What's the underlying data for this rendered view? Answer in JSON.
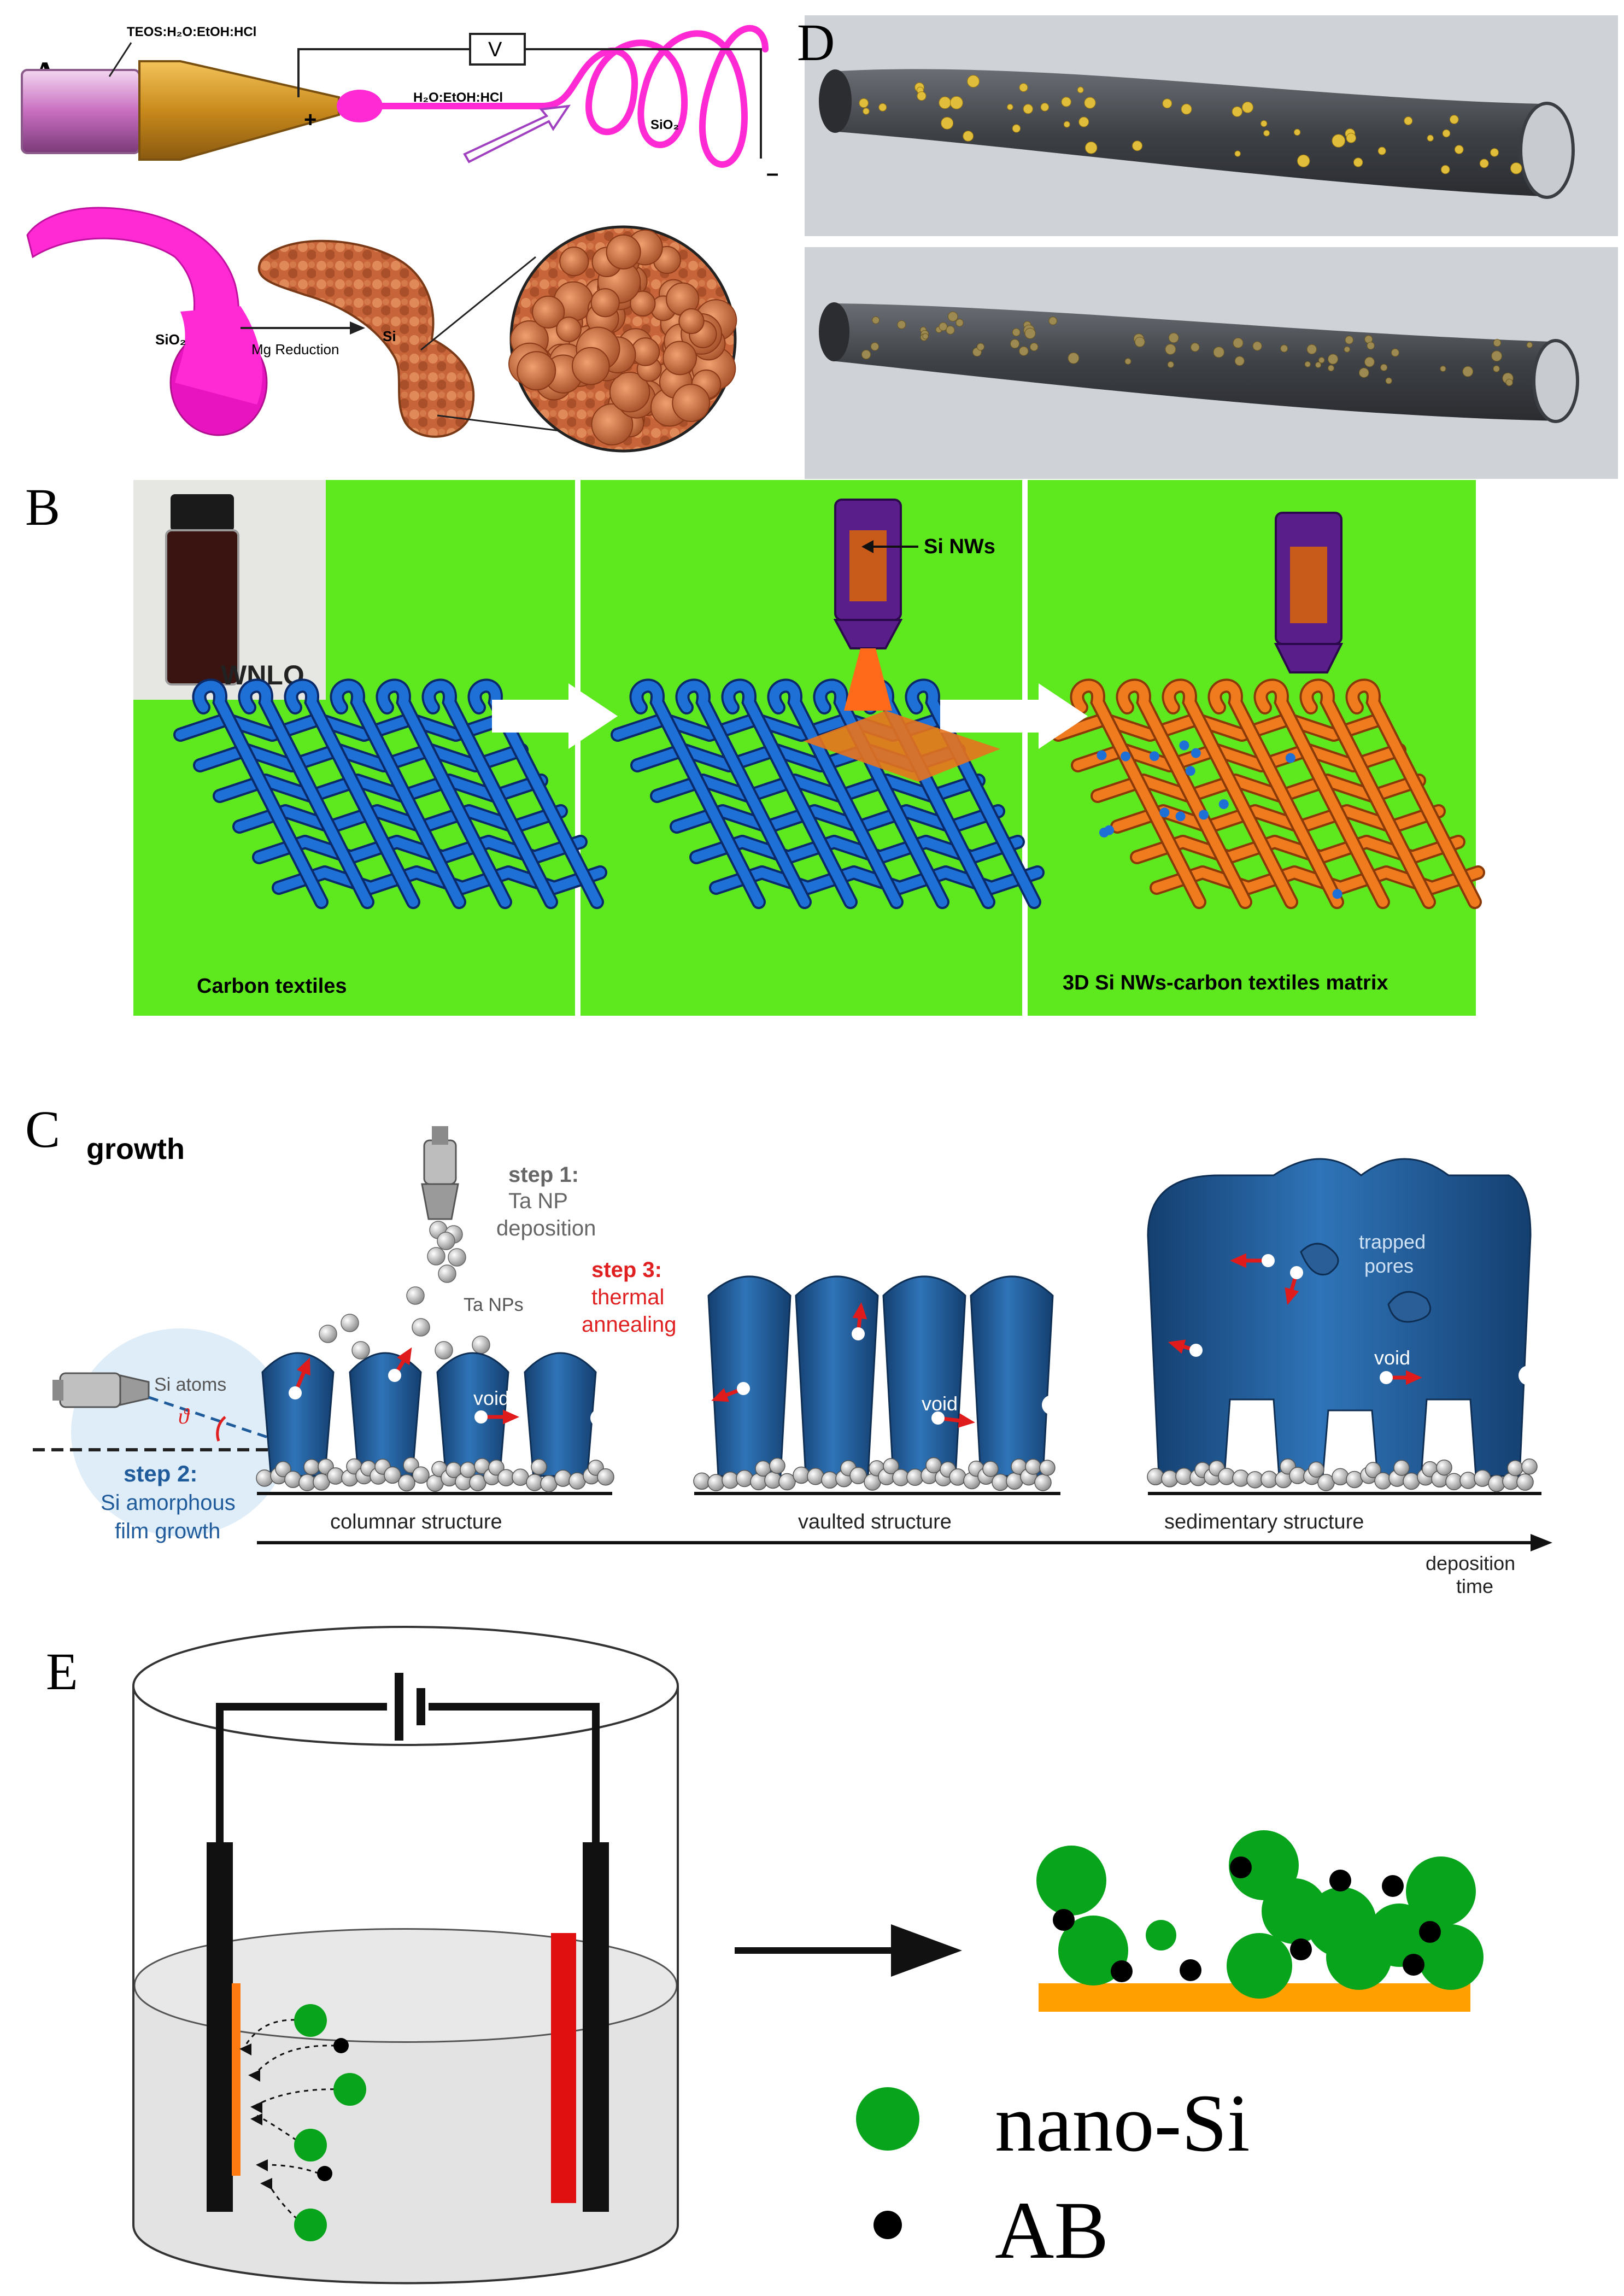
{
  "panels": {
    "a": {
      "letter": "A",
      "labels": {
        "precursor": "TEOS:H₂O:EtOH:HCl",
        "voltage": "V",
        "plus": "+",
        "minus": "–",
        "solvent": "H₂O:EtOH:HCl",
        "sio2_jet": "SiO₂",
        "sio2_fiber": "SiO₂",
        "mg_reduction": "Mg Reduction",
        "si": "Si"
      },
      "colors": {
        "jet": "#ff2ad4",
        "nozzle": "#d49a2a",
        "si": "#c8643a"
      }
    },
    "b": {
      "letter": "B",
      "labels": {
        "vial_text": "WNLO",
        "carbon_textiles": "Carbon textiles",
        "si_nws": "Si NWs",
        "matrix": "3D Si NWs-carbon textiles matrix"
      },
      "colors": {
        "background": "#5ee81e",
        "textile": "#1e6fd6",
        "coated": "#f07a1e",
        "nozzle": "#5a1e8a"
      }
    },
    "c": {
      "letter": "C",
      "labels": {
        "growth": "growth",
        "step1_title": "step 1:",
        "step1_line1": "Ta NP",
        "step1_line2": "deposition",
        "ta_nps": "Ta NPs",
        "step3_title": "step 3:",
        "step3_line1": "thermal",
        "step3_line2": "annealing",
        "si_atoms": "Si atoms",
        "theta": "ϑ",
        "step2_title": "step 2:",
        "step2_line1": "Si amorphous",
        "step2_line2": "film growth",
        "void_1": "void",
        "void_2": "void",
        "void_3": "void",
        "trapped_pores_1": "trapped",
        "trapped_pores_2": "pores",
        "columnar": "columnar structure",
        "vaulted": "vaulted structure",
        "sedimentary": "sedimentary structure",
        "deposition_time_1": "deposition",
        "deposition_time_2": "time"
      },
      "colors": {
        "column": "#1f5b9a",
        "arrow": "#e01b1b"
      }
    },
    "d": {
      "letter": "D",
      "colors": {
        "tube": "#4a4d52",
        "particle": "#d9b33a",
        "background": "#cfd2d6"
      }
    },
    "e": {
      "letter": "E",
      "legend": {
        "nano_si": "nano-Si",
        "ab": "AB"
      },
      "colors": {
        "nano_si": "#08a51c",
        "ab": "#000000",
        "substrate": "#ffa000",
        "electrode_red": "#e01010",
        "electrode_orange": "#ff7a10"
      }
    }
  }
}
